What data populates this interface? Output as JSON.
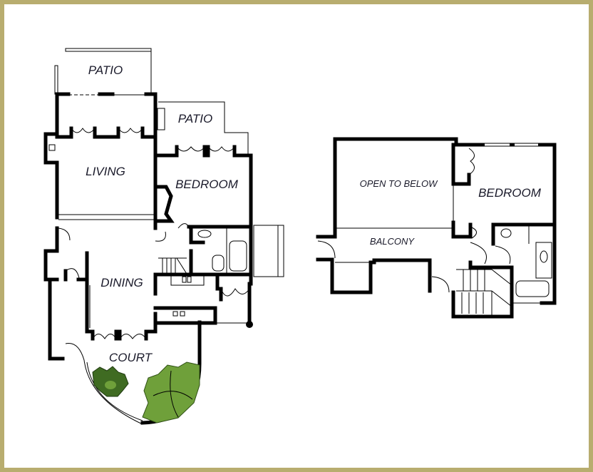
{
  "plan": {
    "colors": {
      "border": "#b8ad6f",
      "wall": "#000000",
      "tree_dark": "#3f6b22",
      "tree_light": "#6fa03a"
    },
    "first_floor": {
      "rooms": {
        "patio_top": "PATIO",
        "patio_side": "PATIO",
        "living": "LIVING",
        "bedroom": "BEDROOM",
        "dining": "DINING",
        "court": "COURT"
      }
    },
    "second_floor": {
      "rooms": {
        "open_to_below": "OPEN TO BELOW",
        "bedroom": "BEDROOM",
        "balcony": "BALCONY"
      }
    }
  }
}
